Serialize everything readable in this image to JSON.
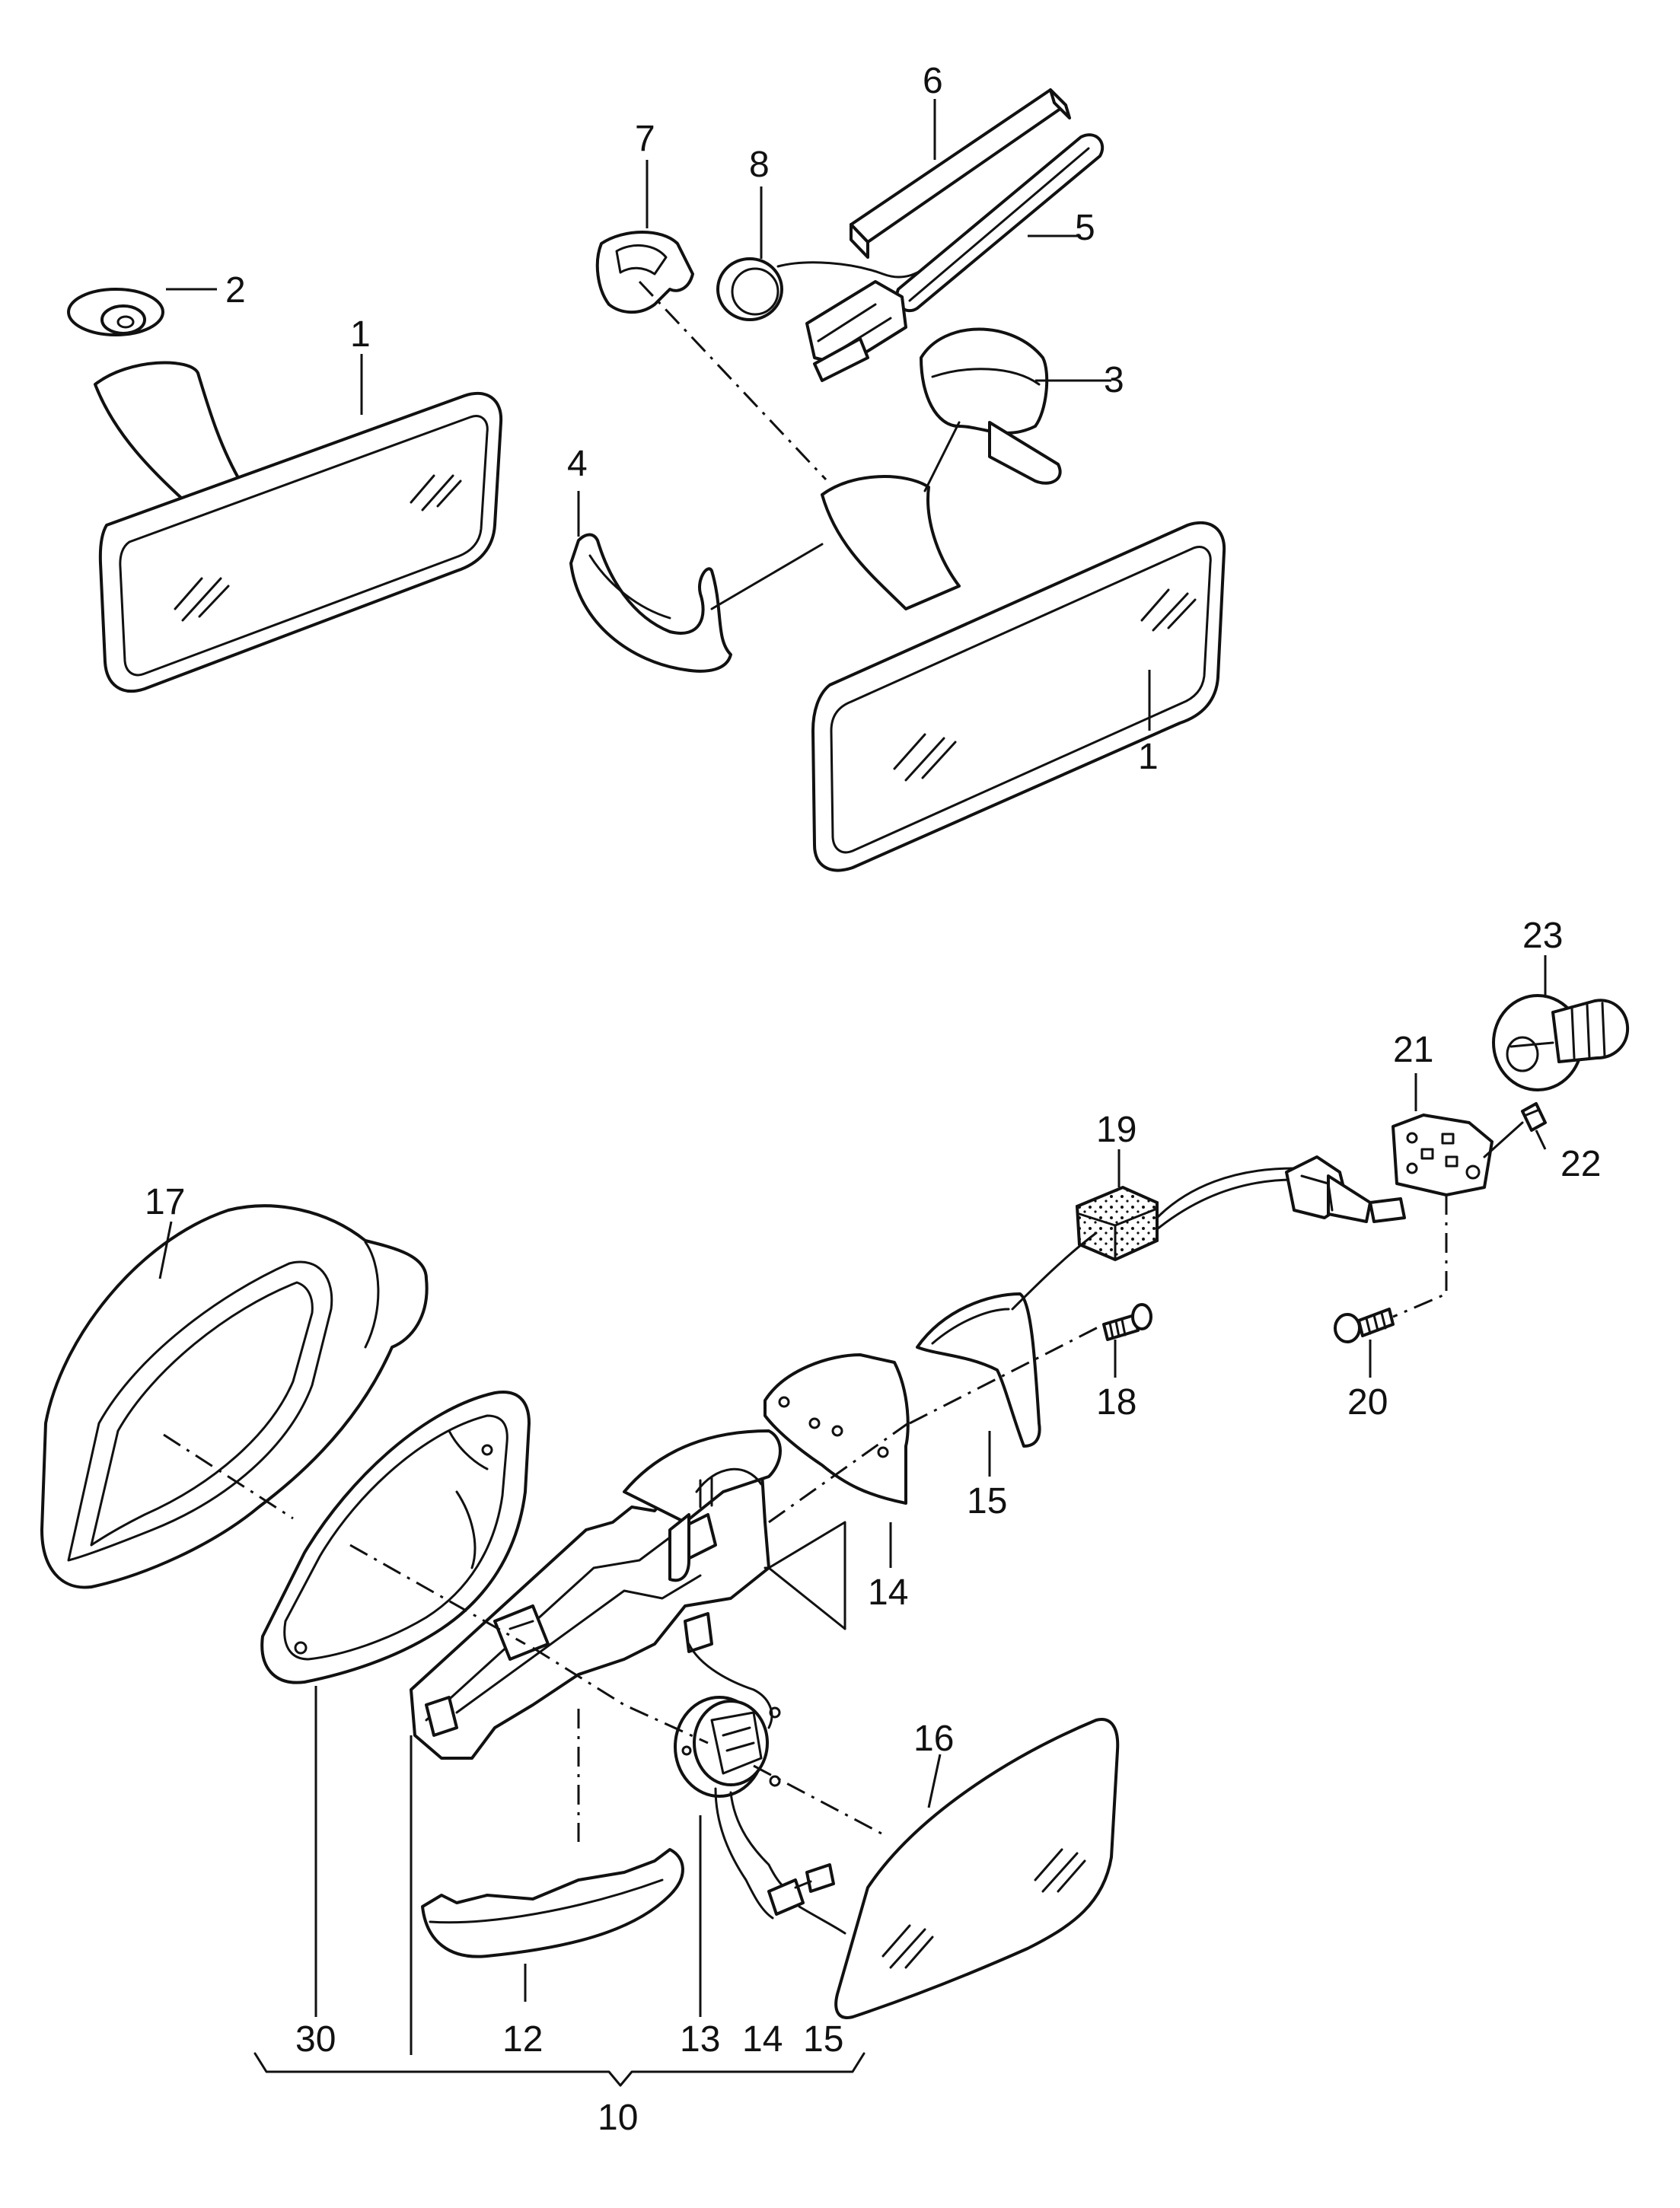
{
  "diagram": {
    "labels": {
      "p1a": "1",
      "p1b": "1",
      "p2": "2",
      "p3": "3",
      "p4": "4",
      "p5": "5",
      "p6": "6",
      "p7": "7",
      "p8": "8",
      "p10": "10",
      "p12": "12",
      "p13": "13",
      "p14a": "14",
      "p14b": "14",
      "p15a": "15",
      "p15b": "15",
      "p16": "16",
      "p17": "17",
      "p18": "18",
      "p19": "19",
      "p20": "20",
      "p21": "21",
      "p22": "22",
      "p23": "23",
      "p30": "30"
    }
  }
}
